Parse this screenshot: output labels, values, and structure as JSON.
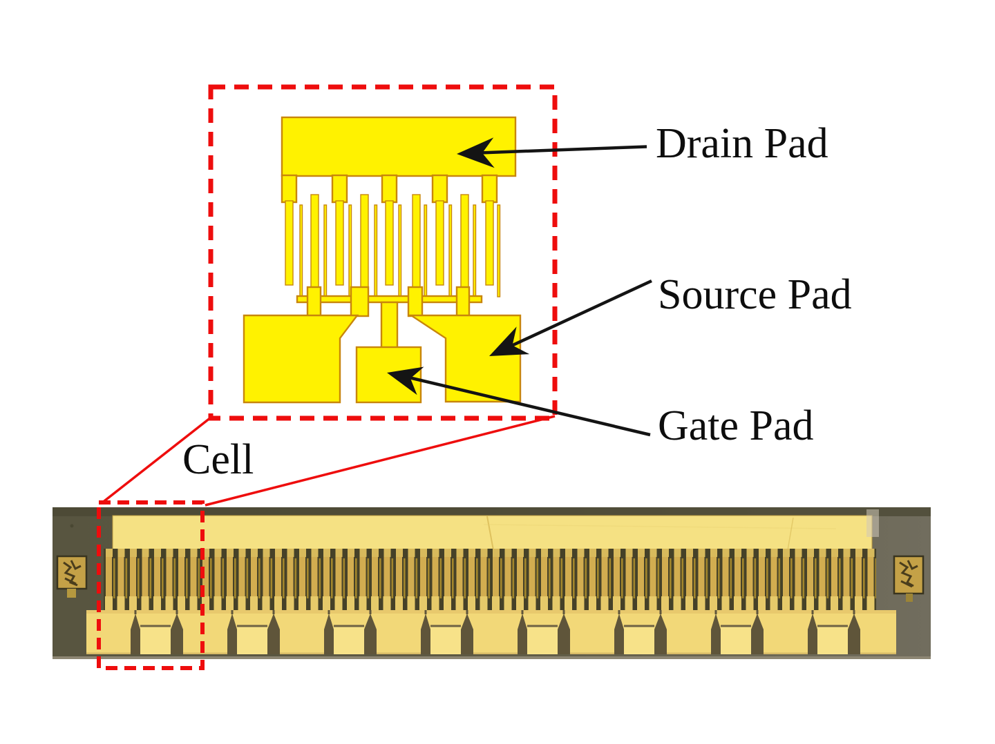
{
  "labels": {
    "drain": "Drain Pad",
    "source": "Source Pad",
    "gate": "Gate Pad",
    "cell": "Cell"
  },
  "icons": {
    "drain_arrow": "arrow-left-icon",
    "source_arrow": "arrow-down-left-icon",
    "gate_arrow": "arrow-left-icon"
  },
  "colors": {
    "annotation_red": "#ee0d0d",
    "arrow_black": "#141414",
    "label_text": "#0d0d0d",
    "schematic_fill": "#fff200",
    "schematic_stroke": "#c8860b",
    "chip_background": "#5c5842",
    "gold_bus": "#f5e183",
    "gold_pad": "#f2d878",
    "finger_gold": "#d2ad50",
    "slot_dark": "#454128"
  }
}
